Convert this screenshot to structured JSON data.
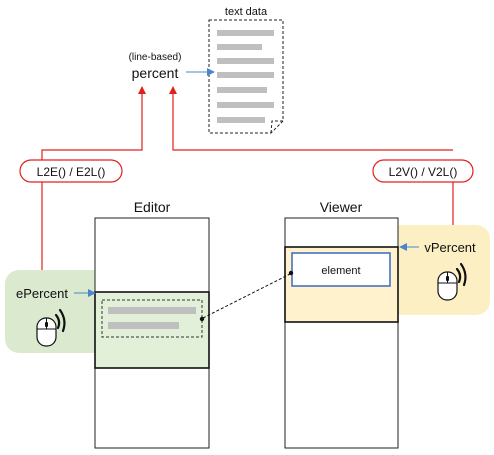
{
  "text_data_label": "text data",
  "percent_qualifier": "(line-based)",
  "percent_label": "percent",
  "editor_conversion": "L2E() / E2L()",
  "viewer_conversion": "L2V() / V2L()",
  "editor_title": "Editor",
  "viewer_title": "Viewer",
  "epercent_label": "ePercent",
  "vpercent_label": "vPercent",
  "element_label": "element",
  "colors": {
    "arrow_red": "#e0201c",
    "pointer_blue": "#4a86c8",
    "editor_zone": "#dbe9cf",
    "editor_view": "#e2efd9",
    "viewer_zone": "#fdefc4",
    "viewer_view": "#fff2cc",
    "text_line_gray": "#bfbfbf"
  }
}
